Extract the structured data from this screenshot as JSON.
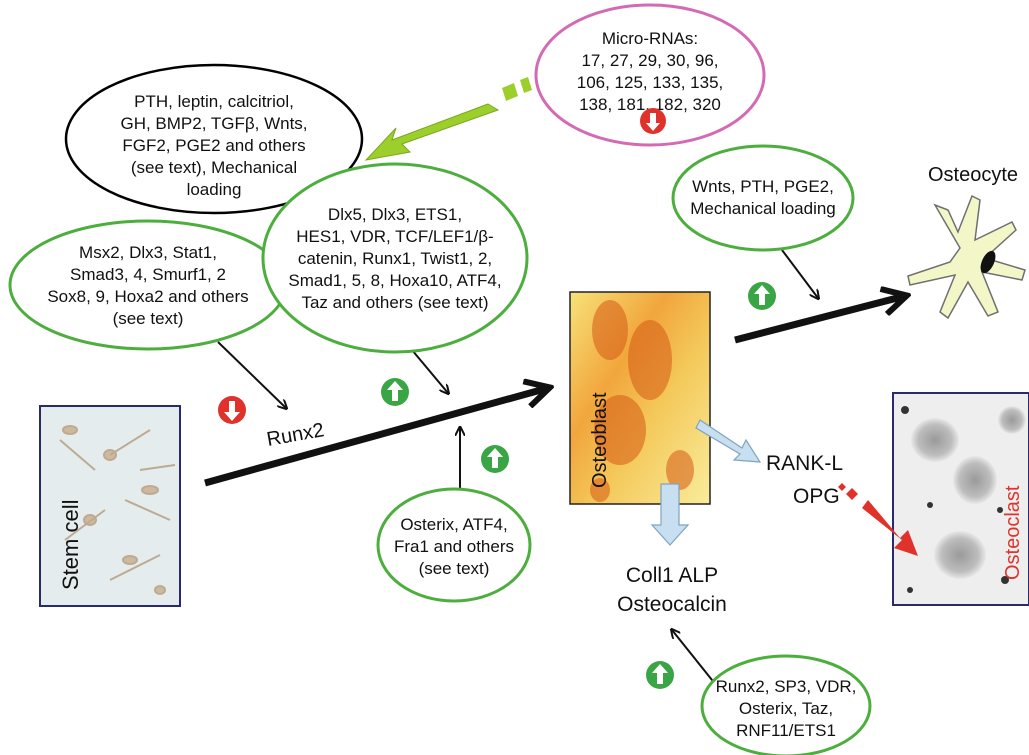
{
  "colors": {
    "green_outline": "#4cae3c",
    "magenta_outline": "#d46ab4",
    "black_outline": "#000000",
    "up_icon": "#3aa545",
    "down_icon": "#e0322b",
    "arrow_green": "#9ccf2c",
    "arrow_red": "#e0322b",
    "arrow_blue": "#c7dff0",
    "osteoclast_label": "#e0322b"
  },
  "nodes": {
    "micro_rnas": {
      "lines": [
        "Micro-RNAs:",
        "17, 27, 29, 30, 96,",
        "106, 125, 133, 135,",
        "138, 181, 182, 320"
      ],
      "effect_icon": "down-arrow-icon"
    },
    "hormones": {
      "lines": [
        "PTH, leptin, calcitriol,",
        "GH, BMP2, TGFβ, Wnts,",
        "FGF2, PGE2 and others",
        "(see text), Mechanical",
        "loading"
      ]
    },
    "repressors": {
      "lines": [
        "Msx2, Dlx3, Stat1,",
        "Smad3, 4, Smurf1, 2",
        "Sox8, 9, Hoxa2 and others",
        "(see text)"
      ],
      "effect_icon": "down-arrow-icon"
    },
    "activators": {
      "lines": [
        "Dlx5, Dlx3, ETS1,",
        "HES1, VDR, TCF/LEF1/β-",
        "catenin, Runx1, Twist1, 2,",
        "Smad1, 5, 8, Hoxa10, ATF4,",
        "Taz and others (see text)"
      ],
      "effect_icon": "up-arrow-icon"
    },
    "osterix": {
      "lines": [
        "Osterix, ATF4,",
        "Fra1 and others",
        "(see text)"
      ],
      "effect_icon": "up-arrow-icon"
    },
    "wnts": {
      "lines": [
        "Wnts, PTH, PGE2,",
        "Mechanical loading"
      ],
      "effect_icon": "up-arrow-icon"
    },
    "runx2_group": {
      "lines": [
        "Runx2, SP3, VDR,",
        "Osterix, Taz,",
        "RNF11/ETS1"
      ],
      "effect_icon": "up-arrow-icon"
    }
  },
  "labels": {
    "runx2": "Runx2",
    "osteocyte": "Osteocyte",
    "stem_cell": "Stem cell",
    "osteoblast": "Osteoblast",
    "osteoclast": "Osteoclast",
    "rankl": "RANK-L",
    "opg": "OPG",
    "markers_line1": "Coll1 ALP",
    "markers_line2": "Osteocalcin"
  }
}
